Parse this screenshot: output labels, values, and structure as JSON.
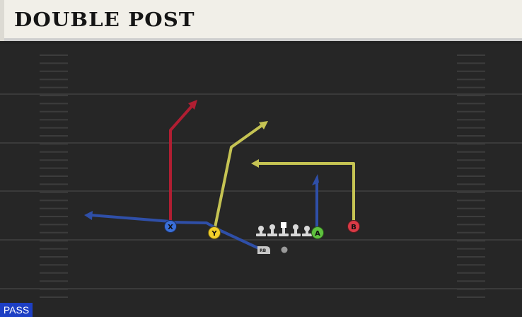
{
  "play": {
    "name": "DOUBLE POST",
    "type": "PASS"
  },
  "players": [
    {
      "id": "X",
      "color": "#3a6fd8"
    },
    {
      "id": "Y",
      "color": "#f2d02b"
    },
    {
      "id": "A",
      "color": "#5fc23f"
    },
    {
      "id": "B",
      "color": "#d93a46"
    },
    {
      "id": "RB",
      "color": "#c8c8c8"
    }
  ],
  "route_colors": {
    "red": "#b01e32",
    "yellow": "#c5c353",
    "blue": "#2f4fa8"
  },
  "icons": [
    "arrow-head-icon",
    "lineman-icon",
    "center-icon",
    "football-icon"
  ]
}
